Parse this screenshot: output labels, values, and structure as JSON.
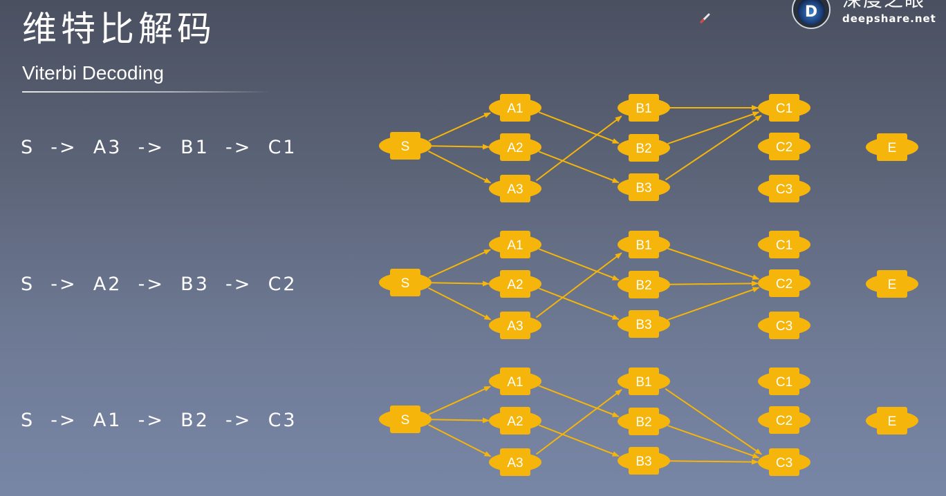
{
  "slide": {
    "title": "维特比解码",
    "subtitle": "Viterbi Decoding"
  },
  "logo": {
    "cn": "深度之眼",
    "url": "deepshare.net",
    "badge_letter": "D"
  },
  "icons": {
    "pen": "pen-icon"
  },
  "colors": {
    "node_fill": "#f5b50a",
    "edge": "#f5b50a",
    "text": "#ffffff"
  },
  "paths": [
    "S  ->  A3  ->  B1  ->  C1",
    "S  ->  A2  ->  B3  ->  C2",
    "S  ->  A1  ->  B2  ->  C3"
  ],
  "node_labels": {
    "S": "S",
    "A1": "A1",
    "A2": "A2",
    "A3": "A3",
    "B1": "B1",
    "B2": "B2",
    "B3": "B3",
    "C1": "C1",
    "C2": "C2",
    "C3": "C3",
    "E": "E"
  },
  "trellises": [
    {
      "c_edges": [
        [
          "B1",
          "C1"
        ],
        [
          "B2",
          "C1"
        ],
        [
          "B3",
          "C1"
        ]
      ]
    },
    {
      "c_edges": [
        [
          "B1",
          "C2"
        ],
        [
          "B2",
          "C2"
        ],
        [
          "B3",
          "C2"
        ]
      ]
    },
    {
      "c_edges": [
        [
          "B1",
          "C3"
        ],
        [
          "B2",
          "C3"
        ],
        [
          "B3",
          "C3"
        ]
      ]
    }
  ]
}
